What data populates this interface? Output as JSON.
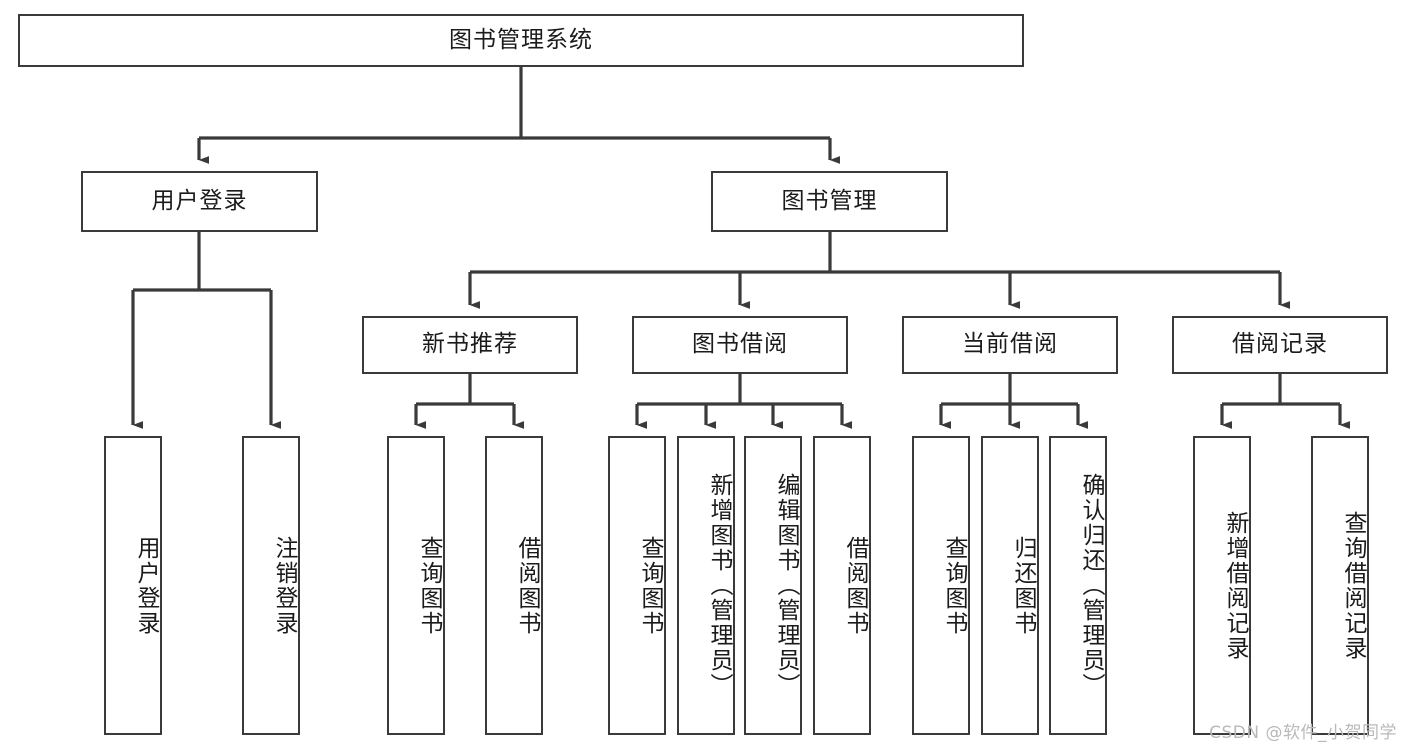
{
  "diagram": {
    "title": "图书管理系统",
    "type": "tree-hierarchy-chart",
    "watermark": "CSDN @软件_小贺同学",
    "colors": {
      "box_border": "#3a3a3a",
      "box_fill": "#ffffff",
      "connector": "#3a3a3a",
      "text": "#1b1b1b",
      "watermark": "#b9b9b9",
      "background": "#ffffff"
    }
  },
  "nodes": {
    "root": {
      "label": "图书管理系统"
    },
    "level2": [
      {
        "label": "用户登录"
      },
      {
        "label": "图书管理"
      }
    ],
    "level3": [
      {
        "label": "新书推荐"
      },
      {
        "label": "图书借阅"
      },
      {
        "label": "当前借阅"
      },
      {
        "label": "借阅记录"
      }
    ],
    "leaves": {
      "user_login": [
        {
          "label": "用户登录"
        },
        {
          "label": "注销登录"
        }
      ],
      "new_book_recommend": [
        {
          "label": "查询图书"
        },
        {
          "label": "借阅图书"
        }
      ],
      "book_borrow": [
        {
          "label": "查询图书"
        },
        {
          "label": "新增图书（管理员）"
        },
        {
          "label": "编辑图书（管理员）"
        },
        {
          "label": "借阅图书"
        }
      ],
      "current_borrow": [
        {
          "label": "查询图书"
        },
        {
          "label": "归还图书"
        },
        {
          "label": "确认归还（管理员）"
        }
      ],
      "borrow_record": [
        {
          "label": "新增借阅记录"
        },
        {
          "label": "查询借阅记录"
        }
      ]
    }
  }
}
